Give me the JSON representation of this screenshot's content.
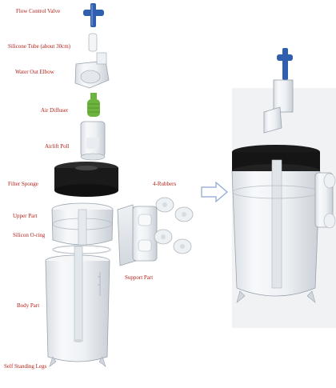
{
  "labels": {
    "flow_control_valve": "Flow Control Valve",
    "silicone_tube": "Silicone Tube (about 30cm)",
    "water_out_elbow": "Water Out Elbow",
    "air_diffuser": "Air Diffuser",
    "airlift_poll": "Airlift Poll",
    "filter_sponge": "Filter Sponge",
    "four_rubbers": "4-Rubbers",
    "upper_part": "Upper Part",
    "silicon_oring": "Silicon O-ring",
    "support_part": "Support Part",
    "body_part": "Body Part",
    "self_standing_legs": "Self Standing Legs"
  },
  "colors": {
    "label": "#b3221a",
    "valve_blue": "#2f5fae",
    "diffuser_green": "#6db33f",
    "sponge": "#1a1a1a",
    "arrow": "#8aa6cf"
  }
}
